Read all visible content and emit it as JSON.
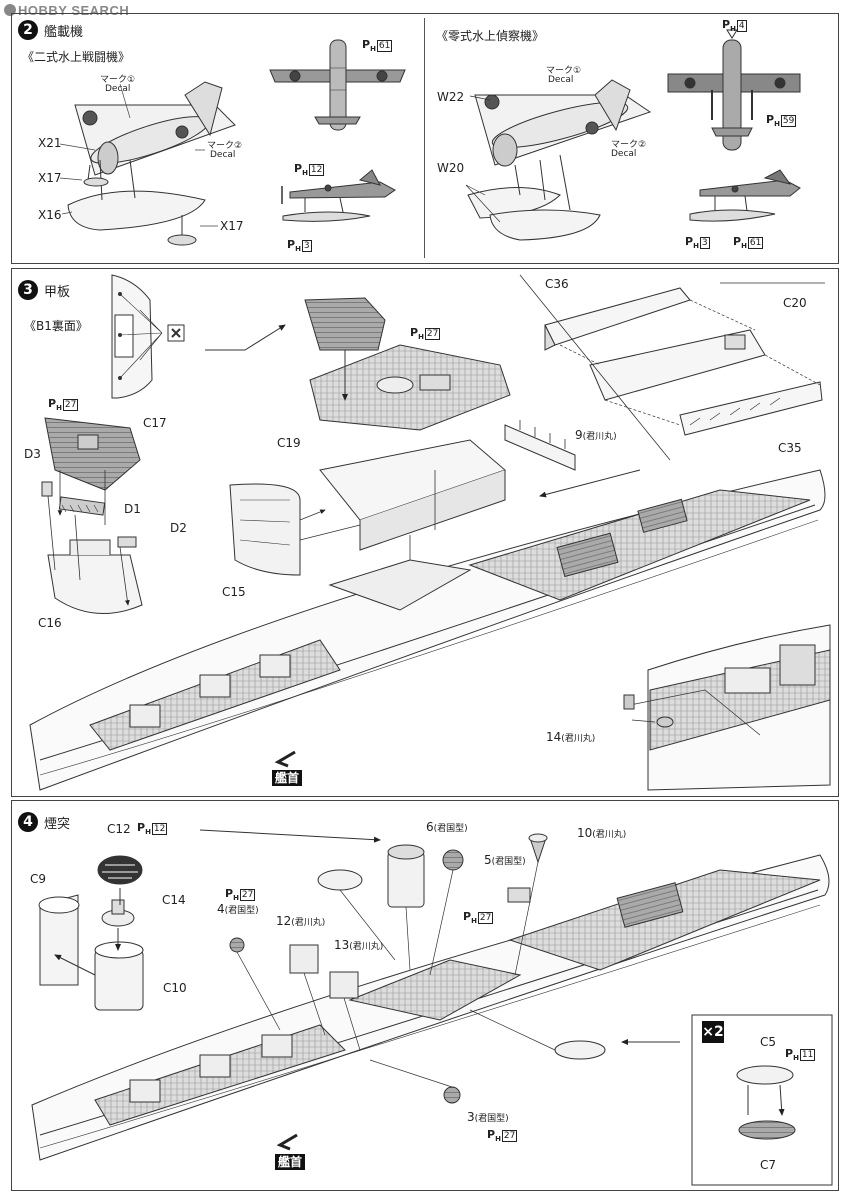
{
  "brand": "HOBBY SEARCH",
  "step2": {
    "number": "2",
    "title": "艦載機",
    "left": {
      "subtitle": "《二式水上戦闘機》",
      "mark1": "マーク①",
      "mark2": "マーク②",
      "decal": "Decal",
      "parts": [
        "X21",
        "X17",
        "X16",
        "X17"
      ],
      "ph_top": "61",
      "ph_side1": "12",
      "ph_side2": "3"
    },
    "right": {
      "subtitle": "《零式水上偵察機》",
      "mark1": "マーク①",
      "mark2": "マーク②",
      "decal": "Decal",
      "parts": [
        "W22",
        "W20"
      ],
      "ph_top1": "4",
      "ph_top2": "59",
      "ph_side1": "3",
      "ph_side2": "61"
    }
  },
  "step3": {
    "number": "3",
    "title": "甲板",
    "b1": "《B1裏面》",
    "ph_c17": "27",
    "ph_deck": "27",
    "parts": {
      "c17": "C17",
      "d3": "D3",
      "d1": "D1",
      "d2": "D2",
      "c16": "C16",
      "c19": "C19",
      "c15": "C15",
      "c36": "C36",
      "c20": "C20",
      "c35": "C35",
      "p9": "9",
      "p9_note": "(君川丸)",
      "p14": "14",
      "p14_note": "(君川丸)"
    },
    "bow": "艦首"
  },
  "step4": {
    "number": "4",
    "title": "煙突",
    "parts": {
      "c12": "C12",
      "c9": "C9",
      "c14": "C14",
      "c10": "C10",
      "p6": "6",
      "p6_note": "(君国型)",
      "p10": "10",
      "p10_note": "(君川丸)",
      "p5": "5",
      "p5_note": "(君国型)",
      "p4": "4",
      "p4_note": "(君国型)",
      "p12": "12",
      "p12_note": "(君川丸)",
      "p13": "13",
      "p13_note": "(君川丸)",
      "p3": "3",
      "p3_note": "(君国型)",
      "c5": "C5",
      "c7": "C7"
    },
    "ph_c12": "12",
    "ph_p4": "27",
    "ph_p5": "27",
    "ph_p3": "27",
    "ph_c5": "11",
    "x2": "×2",
    "bow": "艦首"
  }
}
